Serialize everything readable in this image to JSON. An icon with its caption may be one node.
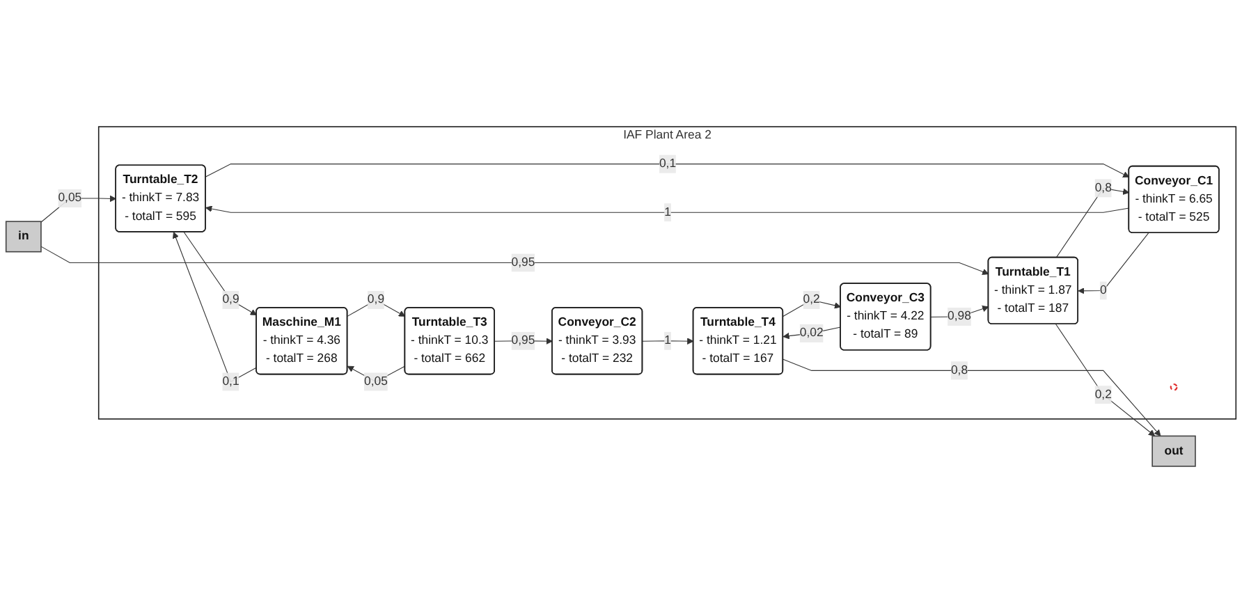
{
  "diagram": {
    "nodes": [
      {
        "text": [
          "IAF Plant Area 2"
        ]
      },
      {
        "text": [
          "in"
        ]
      },
      {
        "text": [
          "Turntable_T2",
          "- thinkT = 7.83",
          "- totalT = 595"
        ],
        "in": 0
      },
      {
        "text": [
          "Maschine_M1",
          "- thinkT = 4.36",
          "- totalT = 268"
        ],
        "in": 0
      },
      {
        "text": [
          "Turntable_T3",
          "- thinkT = 10.3",
          "- totalT = 662"
        ],
        "in": 0
      },
      {
        "text": [
          "Conveyor_C1",
          "- thinkT = 6.65",
          "- totalT = 525"
        ],
        "in": 0
      },
      {
        "text": [
          "Conveyor_C2",
          "- thinkT = 3.93",
          "- totalT = 232"
        ],
        "in": 0
      },
      {
        "text": [
          "Turntable_T1",
          "- thinkT = 1.87",
          "- totalT = 187"
        ],
        "in": 0
      },
      {
        "text": [
          "Conveyor_C3",
          "- thinkT = 4.22",
          "- totalT = 89"
        ],
        "in": 0
      },
      {
        "text": [
          "Turntable_T4",
          "- thinkT = 1.21",
          "- totalT = 167"
        ],
        "in": 0
      },
      {
        "text": [
          "out"
        ]
      },
      {
        "text": [],
        "shape": "circle",
        "in": 0
      }
    ],
    "edges": [
      {
        "from": 1,
        "to": 2,
        "arrow": "to",
        "label": "0,05"
      },
      {
        "from": 1,
        "to": 7,
        "arrow": "to",
        "label": "0,95"
      },
      {
        "from": 2,
        "to": 3,
        "arrow": "to",
        "label": "0,9"
      },
      {
        "from": 3,
        "to": 2,
        "arrow": "to",
        "label": "0,1"
      },
      {
        "from": 3,
        "to": 4,
        "arrow": "to",
        "label": "0,9"
      },
      {
        "from": 4,
        "to": 3,
        "arrow": "to",
        "label": "0,05"
      },
      {
        "from": 2,
        "to": 5,
        "arrow": "to",
        "label": "0,1"
      },
      {
        "from": 5,
        "to": 2,
        "arrow": "to",
        "label": "1"
      },
      {
        "from": 4,
        "to": 6,
        "arrow": "to",
        "label": "0,95"
      },
      {
        "from": 5,
        "to": 7,
        "arrow": "to",
        "label": "0"
      },
      {
        "from": 7,
        "to": 5,
        "arrow": "to",
        "label": "0,8"
      },
      {
        "from": 6,
        "to": 9,
        "arrow": "to",
        "label": "1"
      },
      {
        "from": 8,
        "to": 7,
        "arrow": "to",
        "label": "0,98"
      },
      {
        "from": 8,
        "to": 9,
        "arrow": "to",
        "label": "0,02"
      },
      {
        "from": 9,
        "to": 8,
        "arrow": "to",
        "label": "0,2"
      },
      {
        "from": 9,
        "to": 10,
        "arrow": "to",
        "label": "0,8"
      },
      {
        "from": 7,
        "to": 10,
        "arrow": "to",
        "label": "0,2"
      }
    ]
  }
}
